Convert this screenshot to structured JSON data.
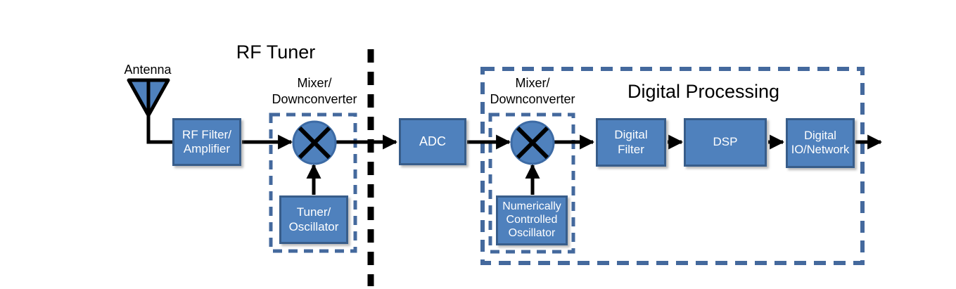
{
  "diagram": {
    "type": "block-diagram",
    "subject": "Software-defined radio signal chain",
    "colors": {
      "box_fill": "#4f81bd",
      "box_border": "#385d8a",
      "dashed_group_border": "#44699d",
      "divider_and_arrows": "#000000",
      "box_text": "#ffffff",
      "label_text": "#000000"
    },
    "titles": {
      "rf_tuner": "RF Tuner",
      "digital_processing": "Digital Processing"
    },
    "labels": {
      "antenna": "Antenna",
      "mixer1": "Mixer/\nDownconverter",
      "mixer2": "Mixer/\nDownconverter"
    },
    "blocks": {
      "rf_filter": "RF Filter/\nAmplifier",
      "tuner_oscillator": "Tuner/\nOscillator",
      "adc": "ADC",
      "nco": "Numerically\nControlled\nOscillator",
      "digital_filter": "Digital\nFilter",
      "dsp": "DSP",
      "digital_io": "Digital\nIO/Network"
    },
    "flow": [
      "Antenna",
      "RF Filter/Amplifier",
      "Mixer/Downconverter (with Tuner/Oscillator)",
      "ADC",
      "Mixer/Downconverter (with Numerically Controlled Oscillator)",
      "Digital Filter",
      "DSP",
      "Digital IO/Network"
    ]
  }
}
